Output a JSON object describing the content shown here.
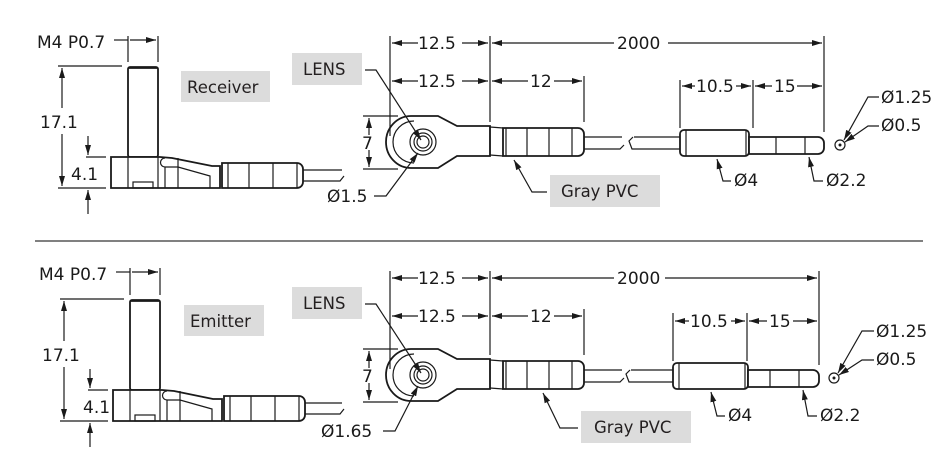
{
  "divider_color": "#808080",
  "label_box_color": "#dcdcdc",
  "sections": [
    {
      "name": "receiver",
      "title": "Receiver",
      "thread": "M4 P0.7",
      "height_total": "17.1",
      "height_base": "4.1",
      "lens_label": "LENS",
      "lens_diameter": "Ø1.5",
      "head_width": "7",
      "dim_head_overall": "12.5",
      "dim_head_to_sleeve": "12.5",
      "dim_sleeve": "12",
      "dim_cable_length": "2000",
      "cable_label": "Gray PVC",
      "dim_ferrule_a": "10.5",
      "dim_ferrule_b": "15",
      "ferrule_body_diameter": "Ø4",
      "ferrule_tip_diameter": "Ø2.2",
      "end_outer_diameter": "Ø1.25",
      "end_inner_diameter": "Ø0.5"
    },
    {
      "name": "emitter",
      "title": "Emitter",
      "thread": "M4 P0.7",
      "height_total": "17.1",
      "height_base": "4.1",
      "lens_label": "LENS",
      "lens_diameter": "Ø1.65",
      "head_width": "7",
      "dim_head_overall": "12.5",
      "dim_head_to_sleeve": "12.5",
      "dim_sleeve": "12",
      "dim_cable_length": "2000",
      "cable_label": "Gray PVC",
      "dim_ferrule_a": "10.5",
      "dim_ferrule_b": "15",
      "ferrule_body_diameter": "Ø4",
      "ferrule_tip_diameter": "Ø2.2",
      "end_outer_diameter": "Ø1.25",
      "end_inner_diameter": "Ø0.5"
    }
  ]
}
